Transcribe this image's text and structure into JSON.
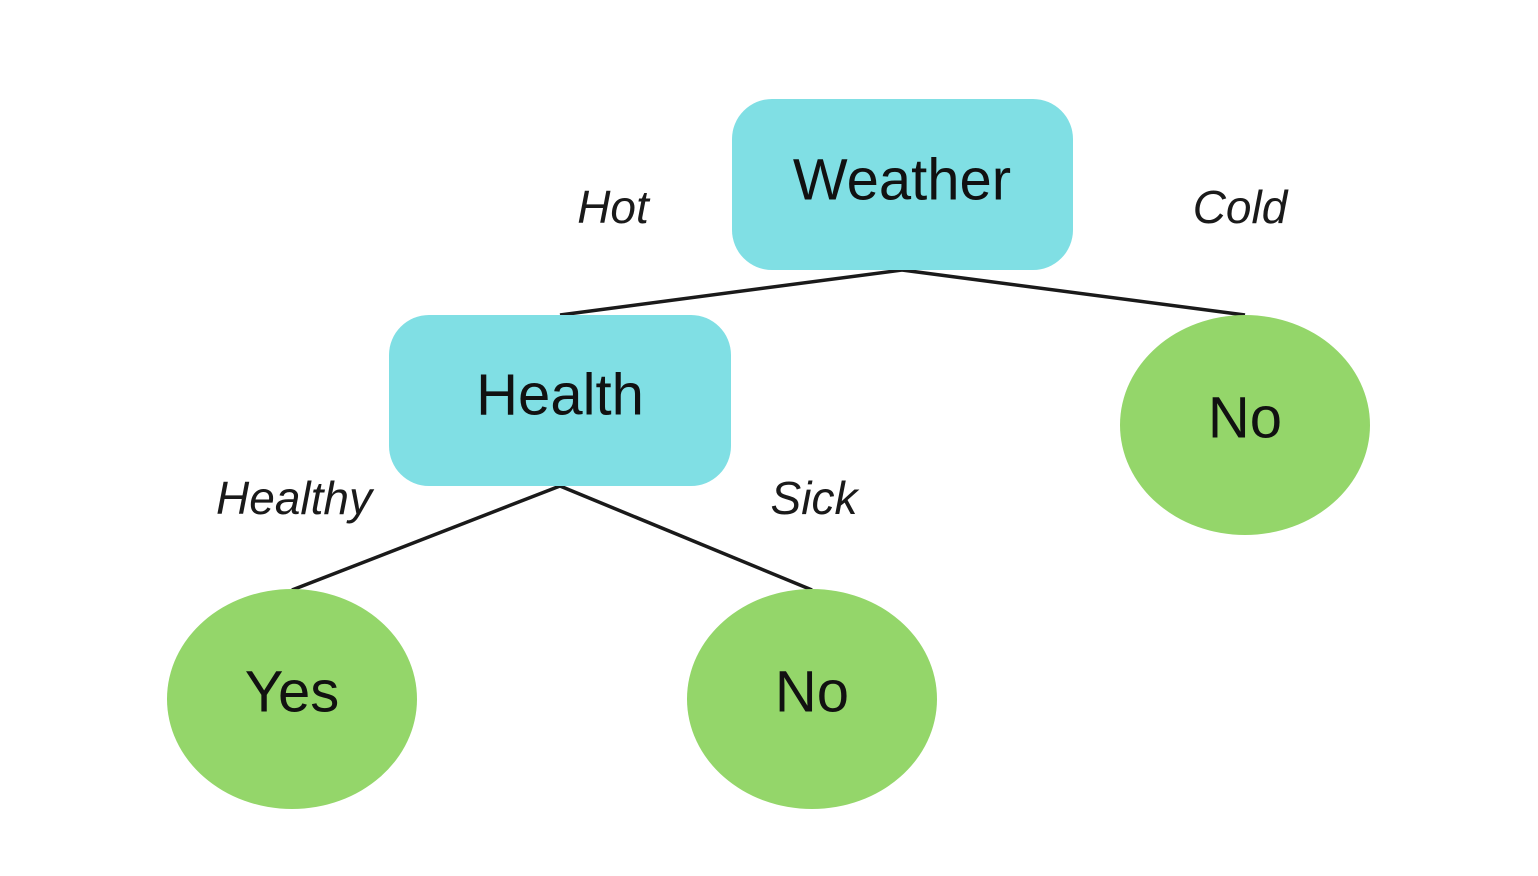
{
  "colors": {
    "decision_fill": "#80dfe4",
    "leaf_fill": "#94d66a",
    "edge_stroke": "#1a1a1a",
    "text": "#111111"
  },
  "nodes": {
    "weather": {
      "label": "Weather",
      "shape": "rounded-rect"
    },
    "health": {
      "label": "Health",
      "shape": "rounded-rect"
    },
    "cold_no": {
      "label": "No",
      "shape": "ellipse"
    },
    "yes": {
      "label": "Yes",
      "shape": "ellipse"
    },
    "sick_no": {
      "label": "No",
      "shape": "ellipse"
    }
  },
  "edges": {
    "hot": {
      "label": "Hot",
      "from": "weather",
      "to": "health"
    },
    "cold": {
      "label": "Cold",
      "from": "weather",
      "to": "cold_no"
    },
    "healthy": {
      "label": "Healthy",
      "from": "health",
      "to": "yes"
    },
    "sick": {
      "label": "Sick",
      "from": "health",
      "to": "sick_no"
    }
  }
}
